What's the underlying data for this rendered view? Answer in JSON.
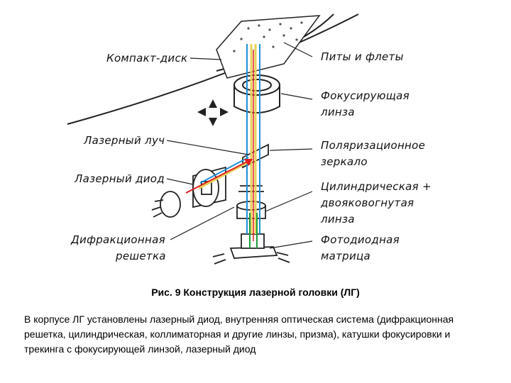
{
  "diagram": {
    "labels": {
      "compact_disc": "Компакт-диск",
      "pits_flats": "Питы и флеты",
      "focus_lens_1": "Фокусирующая",
      "focus_lens_2": "линза",
      "laser_beam": "Лазерный луч",
      "polar_mirror_1": "Поляризационное",
      "polar_mirror_2": "зеркало",
      "laser_diode": "Лазерный диод",
      "cyl_lens_1": "Цилиндрическая +",
      "cyl_lens_2": "двояковогнутая",
      "cyl_lens_3": "линза",
      "diff_grating_1": "Дифракционная",
      "diff_grating_2": "решетка",
      "photodiode_1": "Фотодиодная",
      "photodiode_2": "матрица"
    },
    "colors": {
      "beam_blue": "#1e8fd6",
      "beam_yellow": "#e8d25a",
      "beam_red": "#e02020",
      "beam_green": "#1a9a3a",
      "line": "#222222"
    }
  },
  "caption": "Рис. 9 Конструкция лазерной головки (ЛГ)",
  "description": "В корпусе ЛГ установлены лазерный диод, внутренняя оптическая система (дифракционная решетка, цилиндрическая, коллиматорная и другие линзы, призма), катушки фокусировки и трекинга с фокусирующей линзой, лазерный диод"
}
